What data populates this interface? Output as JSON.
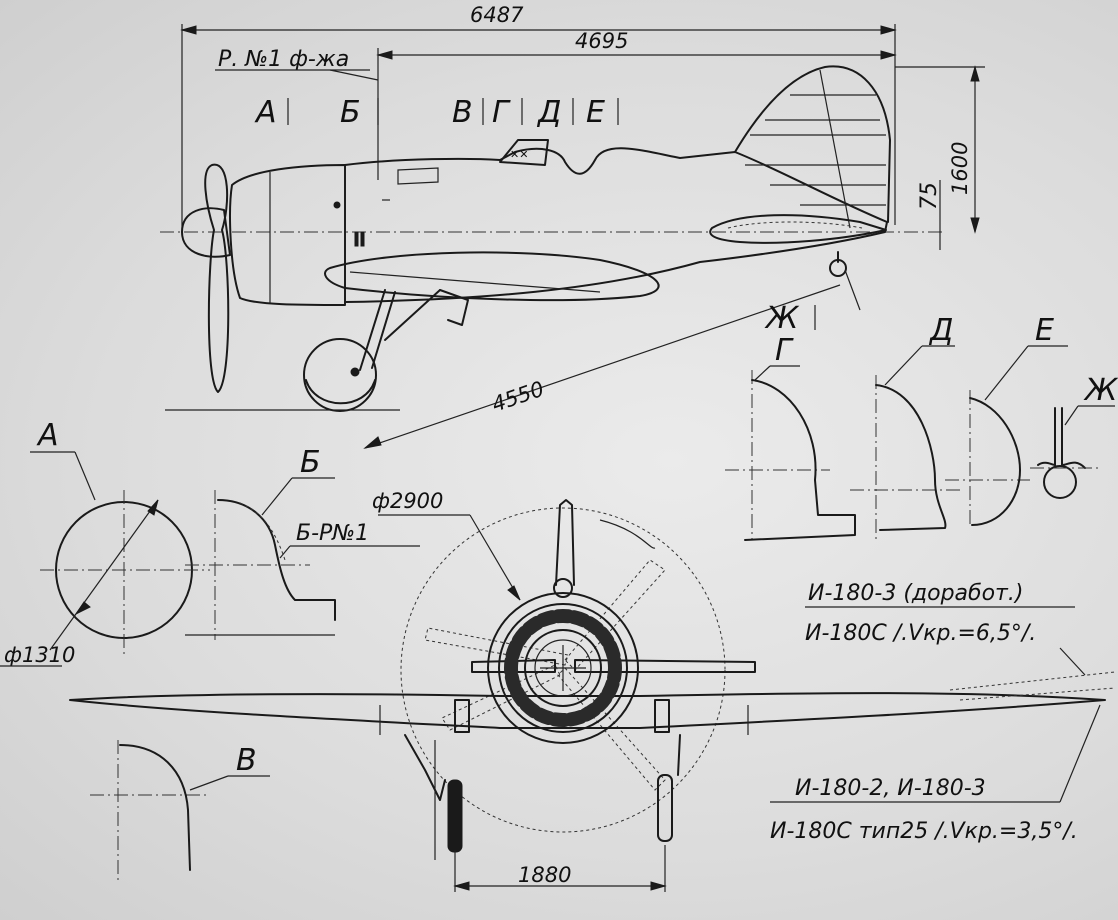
{
  "dimensions": {
    "overall_length": "6487",
    "rear_length": "4695",
    "height": "1600",
    "tail_offset": "75",
    "landing_length": "4550",
    "cowl_diameter": "ф1310",
    "prop_diameter": "ф2900",
    "track": "1880"
  },
  "frame_label": "Р. №1 ф-жа",
  "section_markers": [
    "А",
    "Б",
    "В",
    "Г",
    "Д",
    "Е",
    "Ж"
  ],
  "detail_labels": {
    "a": "А",
    "b": "Б",
    "b_sub": "Б-Р№1",
    "v": "В",
    "g": "Г",
    "d": "Д",
    "e": "Е",
    "zh": "Ж"
  },
  "notes": {
    "upper_title": "И-180-3 (доработ.)",
    "upper_sub": "И-180С /.Vкр.=6,5°/.",
    "lower_title": "И-180-2, И-180-3",
    "lower_sub": "И-180С тип25 /.Vкр.=3,5°/."
  }
}
